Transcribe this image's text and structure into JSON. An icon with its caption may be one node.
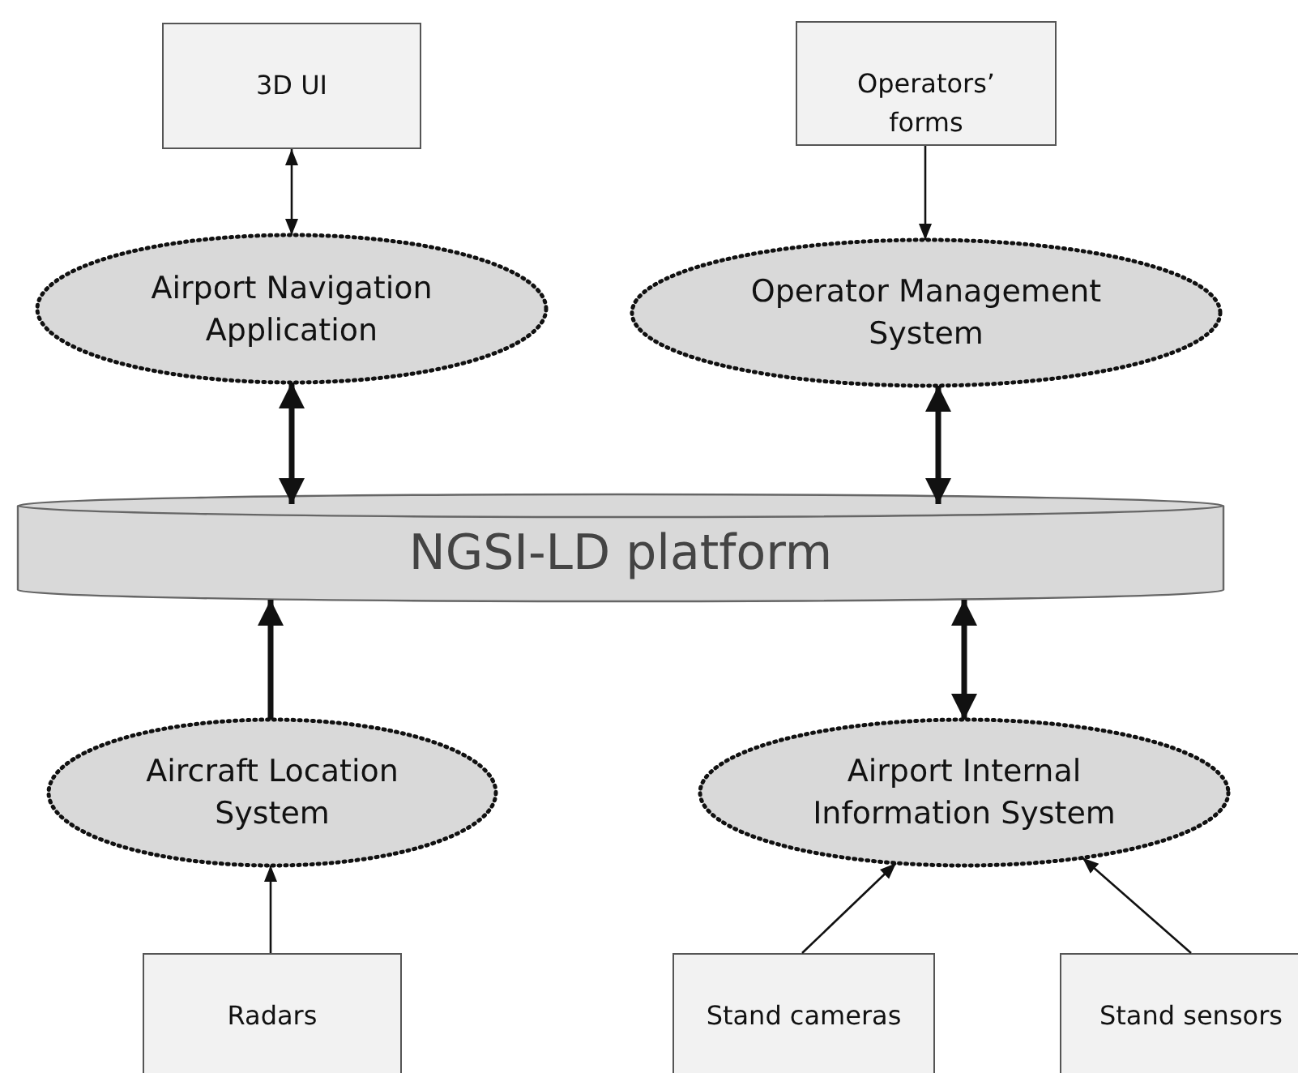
{
  "diagram": {
    "nodes": [
      {
        "text": [
          "3D UI"
        ]
      },
      {
        "text": [
          "Operators’ forms"
        ]
      },
      {
        "text": [
          "Airport Navigation Application"
        ]
      },
      {
        "text": [
          "Operator Management System"
        ]
      },
      {
        "text": [
          "NGSI-LD platform"
        ]
      },
      {
        "text": [
          "Aircraft Location System"
        ]
      },
      {
        "text": [
          "Airport Internal Information System"
        ]
      },
      {
        "text": [
          "Radars"
        ]
      },
      {
        "text": [
          "Stand cameras"
        ]
      },
      {
        "text": [
          "Stand sensors"
        ]
      }
    ],
    "edges": [
      {
        "from": 0,
        "to": 2,
        "arrow": "both"
      },
      {
        "from": 1,
        "to": 3,
        "arrow": "to"
      },
      {
        "from": 2,
        "to": 4,
        "arrow": "both",
        "style": "thick"
      },
      {
        "from": 3,
        "to": 4,
        "arrow": "both",
        "style": "thick"
      },
      {
        "from": 5,
        "to": 4,
        "arrow": "to",
        "style": "thick"
      },
      {
        "from": 6,
        "to": 4,
        "arrow": "both",
        "style": "thick"
      },
      {
        "from": 7,
        "to": 5,
        "arrow": "to"
      },
      {
        "from": 8,
        "to": 6,
        "arrow": "to"
      },
      {
        "from": 9,
        "to": 6,
        "arrow": "to"
      }
    ]
  }
}
